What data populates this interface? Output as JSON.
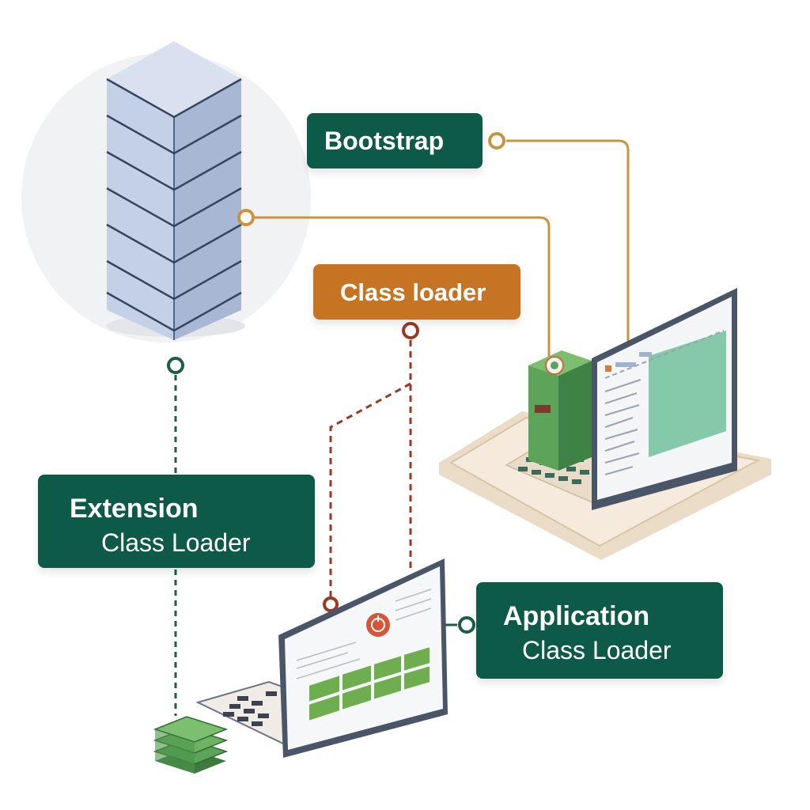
{
  "labels": {
    "bootstrap": "Bootstrap",
    "class_loader": "Class loader",
    "extension_line1": "Extension",
    "extension_line2": "Class Loader",
    "application_line1": "Application",
    "application_line2": "Class Loader"
  },
  "colors": {
    "label_green": "#0e5a48",
    "label_orange": "#c67424",
    "connector_gold": "#c8953e",
    "connector_rust": "#9a3a26",
    "connector_green": "#1d5c45",
    "server_blue": "#bfcbe2",
    "accent_green": "#5da35a"
  },
  "icons": [
    "server-stack-icon",
    "green-server-box-icon",
    "laptop-icon",
    "jar-stack-icon",
    "java-logo-icon"
  ]
}
